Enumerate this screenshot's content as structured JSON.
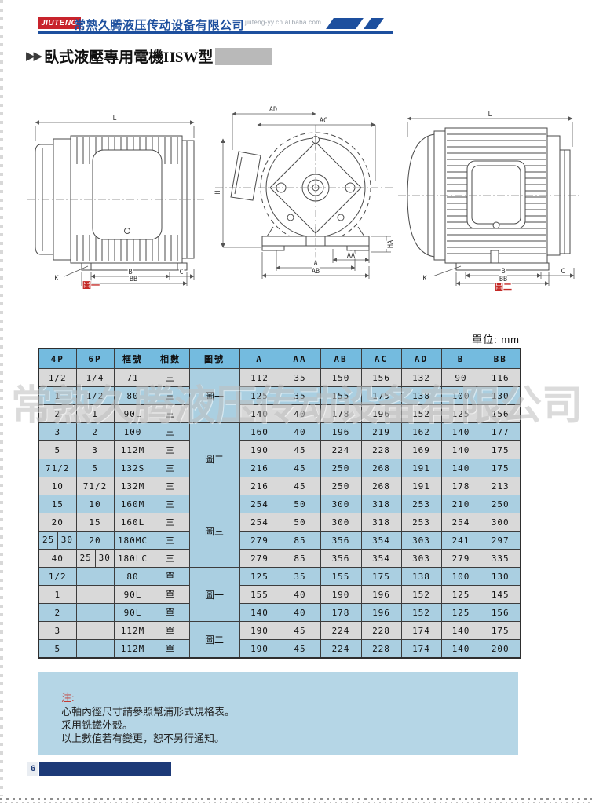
{
  "page": {
    "unit_label": "單位: mm",
    "page_number": "6",
    "watermark": "常熟久腾液压传动设备有限公司"
  },
  "header": {
    "logo_text": "JIUTENG",
    "company_name": "常熟久腾液压传动设备有限公司",
    "url": "jiuteng-yy.cn.alibaba.com"
  },
  "title": {
    "arrows": "▶▶",
    "text": "臥式液壓專用電機HSW型"
  },
  "colors": {
    "accent_navy": "#1d3a78",
    "logo_blue": "#1d4f9e",
    "logo_red": "#c8232c",
    "header_row_blue": "#74bbdf",
    "row_blue": "#aacfe1",
    "row_gray": "#d9d9d9",
    "note_box_blue": "#b5d6e6",
    "caption_red": "#c42a27"
  },
  "diagrams": {
    "fig1": {
      "caption": "圖一",
      "labels": {
        "L": "L",
        "K": "K",
        "B": "B",
        "C": "C",
        "BB": "BB"
      }
    },
    "fig2": {
      "labels": {
        "AD": "AD",
        "AC": "AC",
        "H": "H",
        "HA": "HA",
        "AA": "AA",
        "A": "A",
        "AB": "AB"
      }
    },
    "fig3": {
      "caption": "圖二",
      "labels": {
        "L": "L",
        "K": "K",
        "B": "B",
        "C": "C",
        "BB": "BB"
      }
    }
  },
  "table": {
    "headers": [
      "4P",
      "6P",
      "框號",
      "相數",
      "圖號",
      "A",
      "AA",
      "AB",
      "AC",
      "AD",
      "B",
      "BB"
    ],
    "figure_groups": [
      {
        "label": "圖一",
        "rows": 3
      },
      {
        "label": "圖二",
        "rows": 4
      },
      {
        "label": "圖三",
        "rows": 4
      },
      {
        "label": "圖一",
        "rows": 3
      },
      {
        "label": "圖二",
        "rows": 2
      }
    ],
    "rows": [
      {
        "hp4": "1/2",
        "hp6": "1/4",
        "frame": "71",
        "phase": "三",
        "a": "112",
        "aa": "35",
        "ab": "150",
        "ac": "156",
        "ad": "132",
        "b": "90",
        "bb": "116"
      },
      {
        "hp4": "1",
        "hp6": "1/2",
        "frame": "80",
        "phase": "三",
        "a": "125",
        "aa": "35",
        "ab": "155",
        "ac": "175",
        "ad": "138",
        "b": "100",
        "bb": "130"
      },
      {
        "hp4": "2",
        "hp6": "1",
        "frame": "90L",
        "phase": "三",
        "a": "140",
        "aa": "40",
        "ab": "178",
        "ac": "196",
        "ad": "152",
        "b": "125",
        "bb": "156"
      },
      {
        "hp4": "3",
        "hp6": "2",
        "frame": "100",
        "phase": "三",
        "a": "160",
        "aa": "40",
        "ab": "196",
        "ac": "219",
        "ad": "162",
        "b": "140",
        "bb": "177"
      },
      {
        "hp4": "5",
        "hp6": "3",
        "frame": "112M",
        "phase": "三",
        "a": "190",
        "aa": "45",
        "ab": "224",
        "ac": "228",
        "ad": "169",
        "b": "140",
        "bb": "175"
      },
      {
        "hp4": "71/2",
        "hp6": "5",
        "frame": "132S",
        "phase": "三",
        "a": "216",
        "aa": "45",
        "ab": "250",
        "ac": "268",
        "ad": "191",
        "b": "140",
        "bb": "175"
      },
      {
        "hp4": "10",
        "hp6": "71/2",
        "frame": "132M",
        "phase": "三",
        "a": "216",
        "aa": "45",
        "ab": "250",
        "ac": "268",
        "ad": "191",
        "b": "178",
        "bb": "213"
      },
      {
        "hp4": "15",
        "hp6": "10",
        "frame": "160M",
        "phase": "三",
        "a": "254",
        "aa": "50",
        "ab": "300",
        "ac": "318",
        "ad": "253",
        "b": "210",
        "bb": "250"
      },
      {
        "hp4": "20",
        "hp6": "15",
        "frame": "160L",
        "phase": "三",
        "a": "254",
        "aa": "50",
        "ab": "300",
        "ac": "318",
        "ad": "253",
        "b": "254",
        "bb": "300"
      },
      {
        "hp4": [
          "25",
          "30"
        ],
        "hp6": "20",
        "frame": "180MC",
        "phase": "三",
        "a": "279",
        "aa": "85",
        "ab": "356",
        "ac": "354",
        "ad": "303",
        "b": "241",
        "bb": "297"
      },
      {
        "hp4": "40",
        "hp6": [
          "25",
          "30"
        ],
        "frame": "180LC",
        "phase": "三",
        "a": "279",
        "aa": "85",
        "ab": "356",
        "ac": "354",
        "ad": "303",
        "b": "279",
        "bb": "335"
      },
      {
        "hp4": "1/2",
        "hp6": "",
        "frame": "80",
        "phase": "單",
        "a": "125",
        "aa": "35",
        "ab": "155",
        "ac": "175",
        "ad": "138",
        "b": "100",
        "bb": "130"
      },
      {
        "hp4": "1",
        "hp6": "",
        "frame": "90L",
        "phase": "單",
        "a": "155",
        "aa": "40",
        "ab": "190",
        "ac": "196",
        "ad": "152",
        "b": "125",
        "bb": "145"
      },
      {
        "hp4": "2",
        "hp6": "",
        "frame": "90L",
        "phase": "單",
        "a": "140",
        "aa": "40",
        "ab": "178",
        "ac": "196",
        "ad": "152",
        "b": "125",
        "bb": "156"
      },
      {
        "hp4": "3",
        "hp6": "",
        "frame": "112M",
        "phase": "單",
        "a": "190",
        "aa": "45",
        "ab": "224",
        "ac": "228",
        "ad": "174",
        "b": "140",
        "bb": "175"
      },
      {
        "hp4": "5",
        "hp6": "",
        "frame": "112M",
        "phase": "單",
        "a": "190",
        "aa": "45",
        "ab": "224",
        "ac": "228",
        "ad": "174",
        "b": "140",
        "bb": "200"
      }
    ]
  },
  "notes": {
    "label": "注:",
    "lines": [
      "心軸內徑尺寸請參照幫浦形式規格表。",
      "采用铣鐵外殼。",
      "以上數值若有變更，恕不另行通知。"
    ]
  }
}
